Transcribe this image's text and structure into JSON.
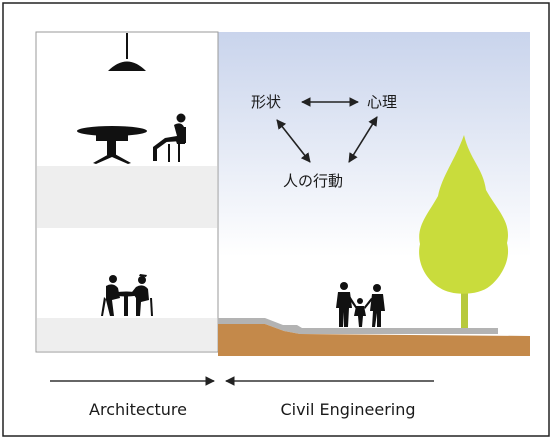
{
  "diagram": {
    "triangle": {
      "shape": "形状",
      "psychology": "心理",
      "behavior": "人の行動"
    },
    "axis": {
      "architecture": "Architecture",
      "civil_engineering": "Civil Engineering"
    },
    "colors": {
      "frame": "#222222",
      "sky_top": "#c9d4ec",
      "sky_bottom": "#ffffff",
      "floor_band": "#eeeeee",
      "pavement": "#b3b3b3",
      "soil": "#c4894a",
      "tree": "#c9dc3c",
      "trunk": "#b7c93c",
      "silhouette": "#111111",
      "arrow": "#333333"
    },
    "icons": [
      "pendant-lamp-icon",
      "table-icon",
      "seated-person-icon",
      "dining-couple-icon",
      "family-icon",
      "tree-icon"
    ]
  }
}
